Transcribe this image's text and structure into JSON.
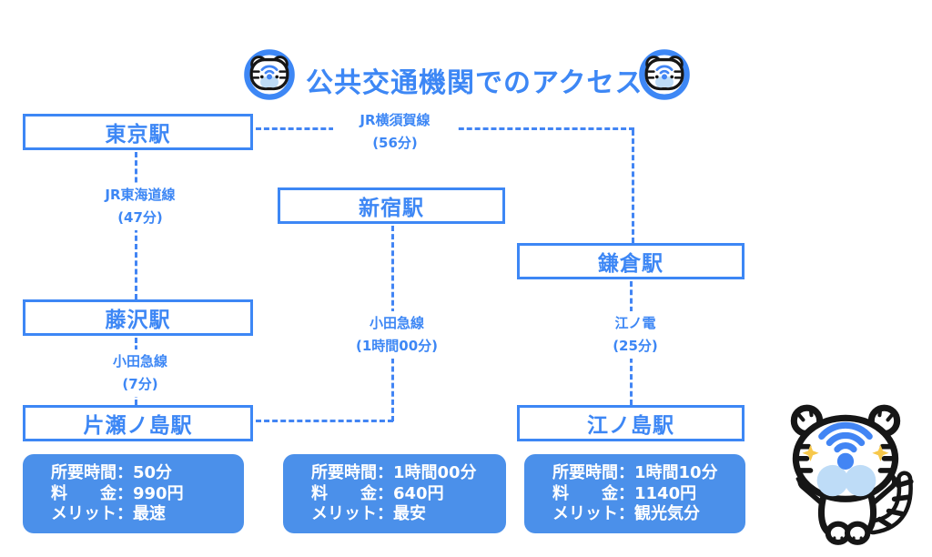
{
  "title": {
    "text": "公共交通機関でのアクセス"
  },
  "colors": {
    "accent_blue": "#3d87f5",
    "line_blue": "#4285f4",
    "panel_fill": "#4b90ea",
    "muzzle_light_blue": "#bedcf7",
    "sparkle_yellow": "#f7c84b",
    "outline_black": "#161616"
  },
  "stations": {
    "tokyo": "東京駅",
    "shinjuku": "新宿駅",
    "kamakura": "鎌倉駅",
    "fujisawa": "藤沢駅",
    "katasenoshima": "片瀬ノ島駅",
    "enoshima": "江ノ島駅"
  },
  "routes": {
    "yokosuka": {
      "line": "JR横須賀線",
      "duration": "(56分)",
      "from": "東京駅",
      "to": "鎌倉駅"
    },
    "tokaido": {
      "line": "JR東海道線",
      "duration": "(47分)",
      "from": "東京駅",
      "to": "藤沢駅"
    },
    "odakyu_short": {
      "line": "小田急線",
      "duration": "(7分)",
      "from": "藤沢駅",
      "to": "片瀬ノ島駅"
    },
    "odakyu_long": {
      "line": "小田急線",
      "duration": "(1時間00分)",
      "from": "新宿駅",
      "to": "片瀬ノ島駅"
    },
    "enoden": {
      "line": "江ノ電",
      "duration": "(25分)",
      "from": "鎌倉駅",
      "to": "江ノ島駅"
    }
  },
  "summaries": [
    {
      "time": "所要時間：50分",
      "fare": "料　　金：990円",
      "merit": "メリット：最速"
    },
    {
      "time": "所要時間：1時間00分",
      "fare": "料　　金：640円",
      "merit": "メリット：最安"
    },
    {
      "time": "所要時間：1時間10分",
      "fare": "料　　金：1140円",
      "merit": "メリット：観光気分"
    }
  ],
  "icons": {
    "title_left": "tiger-wifi-badge",
    "title_right": "tiger-wifi-badge",
    "mascot": "white-tiger-wifi-mascot"
  }
}
